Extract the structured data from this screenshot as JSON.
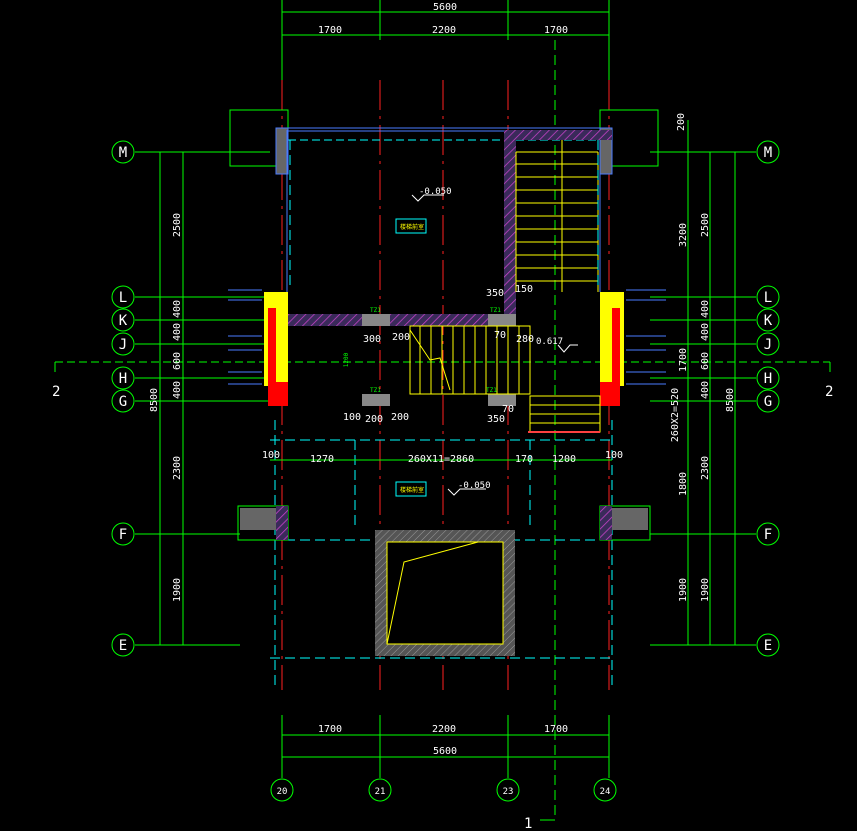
{
  "top_dims": {
    "total": "5600",
    "left": "1700",
    "mid": "2200",
    "right": "1700"
  },
  "bottom_dims": {
    "total": "5600",
    "left": "1700",
    "mid": "2200",
    "right": "1700"
  },
  "grid_rows": [
    "M",
    "L",
    "K",
    "J",
    "H",
    "G",
    "F",
    "E"
  ],
  "grid_cols": [
    "20",
    "21",
    "23",
    "24"
  ],
  "section_marks": {
    "left": "2",
    "right": "2",
    "bottom": "1"
  },
  "left_dims": {
    "outer_total": "8500",
    "upper": "2500",
    "upper_stack": [
      "400",
      "400",
      "600",
      "400"
    ],
    "mid": "2300",
    "lower": "1900"
  },
  "right_dims": {
    "outer_total": "8500",
    "top": "200",
    "upper_a": "3200",
    "upper_b": "2500",
    "stack": [
      "400",
      "400",
      "600",
      "400"
    ],
    "mid_a": "1700",
    "mid_b": "2300",
    "stair": "260X2=520",
    "lower_a": "1800",
    "lower_b": "1900",
    "lower_c": "1900"
  },
  "interior_dims": {
    "row_dims": [
      "100",
      "1270",
      "260X11=2860",
      "170",
      "1200",
      "100"
    ],
    "stair_350_top": "350",
    "stair_150": "150",
    "stair_70_top": "70",
    "stair_280": "280",
    "stair_300": "300",
    "stair_200_top": "200",
    "stair_100": "100",
    "stair_200_bot_left": "200",
    "stair_200_bot_right": "200",
    "stair_350_bot": "350",
    "stair_70_bot": "70",
    "stair_1200": "1200"
  },
  "levels": {
    "upper": "-0.050",
    "stair": "0.617",
    "lower": "-0.050"
  },
  "room_tags": {
    "upper": "楼梯前室",
    "lower": "楼梯前室"
  },
  "column_tags": [
    "TZ1",
    "TZ1",
    "TZ1",
    "TZ1"
  ],
  "colors": {
    "grid_green": "#00ff00",
    "axis_red": "#ff2020",
    "wall_blue": "#4a7bff",
    "hatch_magenta": "#cc44cc",
    "cyan": "#00ffff",
    "yellow": "#ffff00",
    "red_fill": "#ff0000"
  }
}
